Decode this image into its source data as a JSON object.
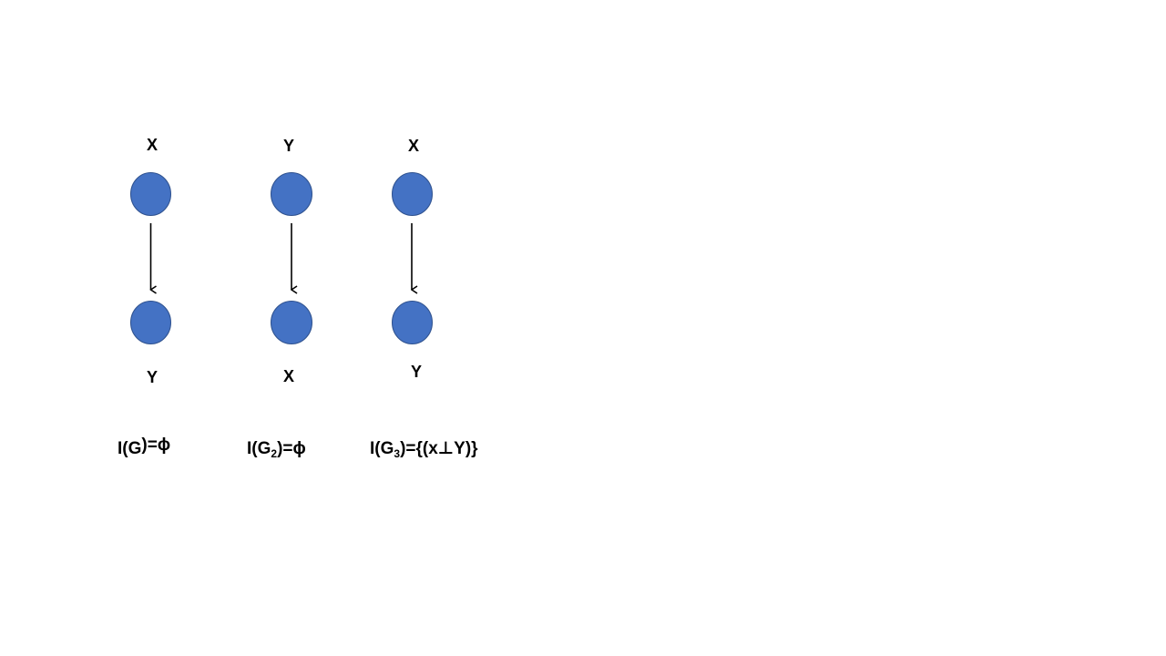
{
  "colors": {
    "node_fill": "#4472C4",
    "node_stroke": "#2F528F",
    "edge": "#000000",
    "text": "#000000"
  },
  "graphs": [
    {
      "top_label": "X",
      "bottom_label": "Y",
      "formula": {
        "prefix": "I(G",
        "subscript": "",
        "suffix": ")=ϕ"
      }
    },
    {
      "top_label": "Y",
      "bottom_label": "X",
      "formula": {
        "prefix": "I(G",
        "subscript": "2",
        "suffix": ")=ϕ"
      }
    },
    {
      "top_label": "X",
      "bottom_label": "Y",
      "formula": {
        "prefix": "I(G",
        "subscript": "3",
        "suffix": ")={(x⊥Y)}"
      }
    }
  ]
}
